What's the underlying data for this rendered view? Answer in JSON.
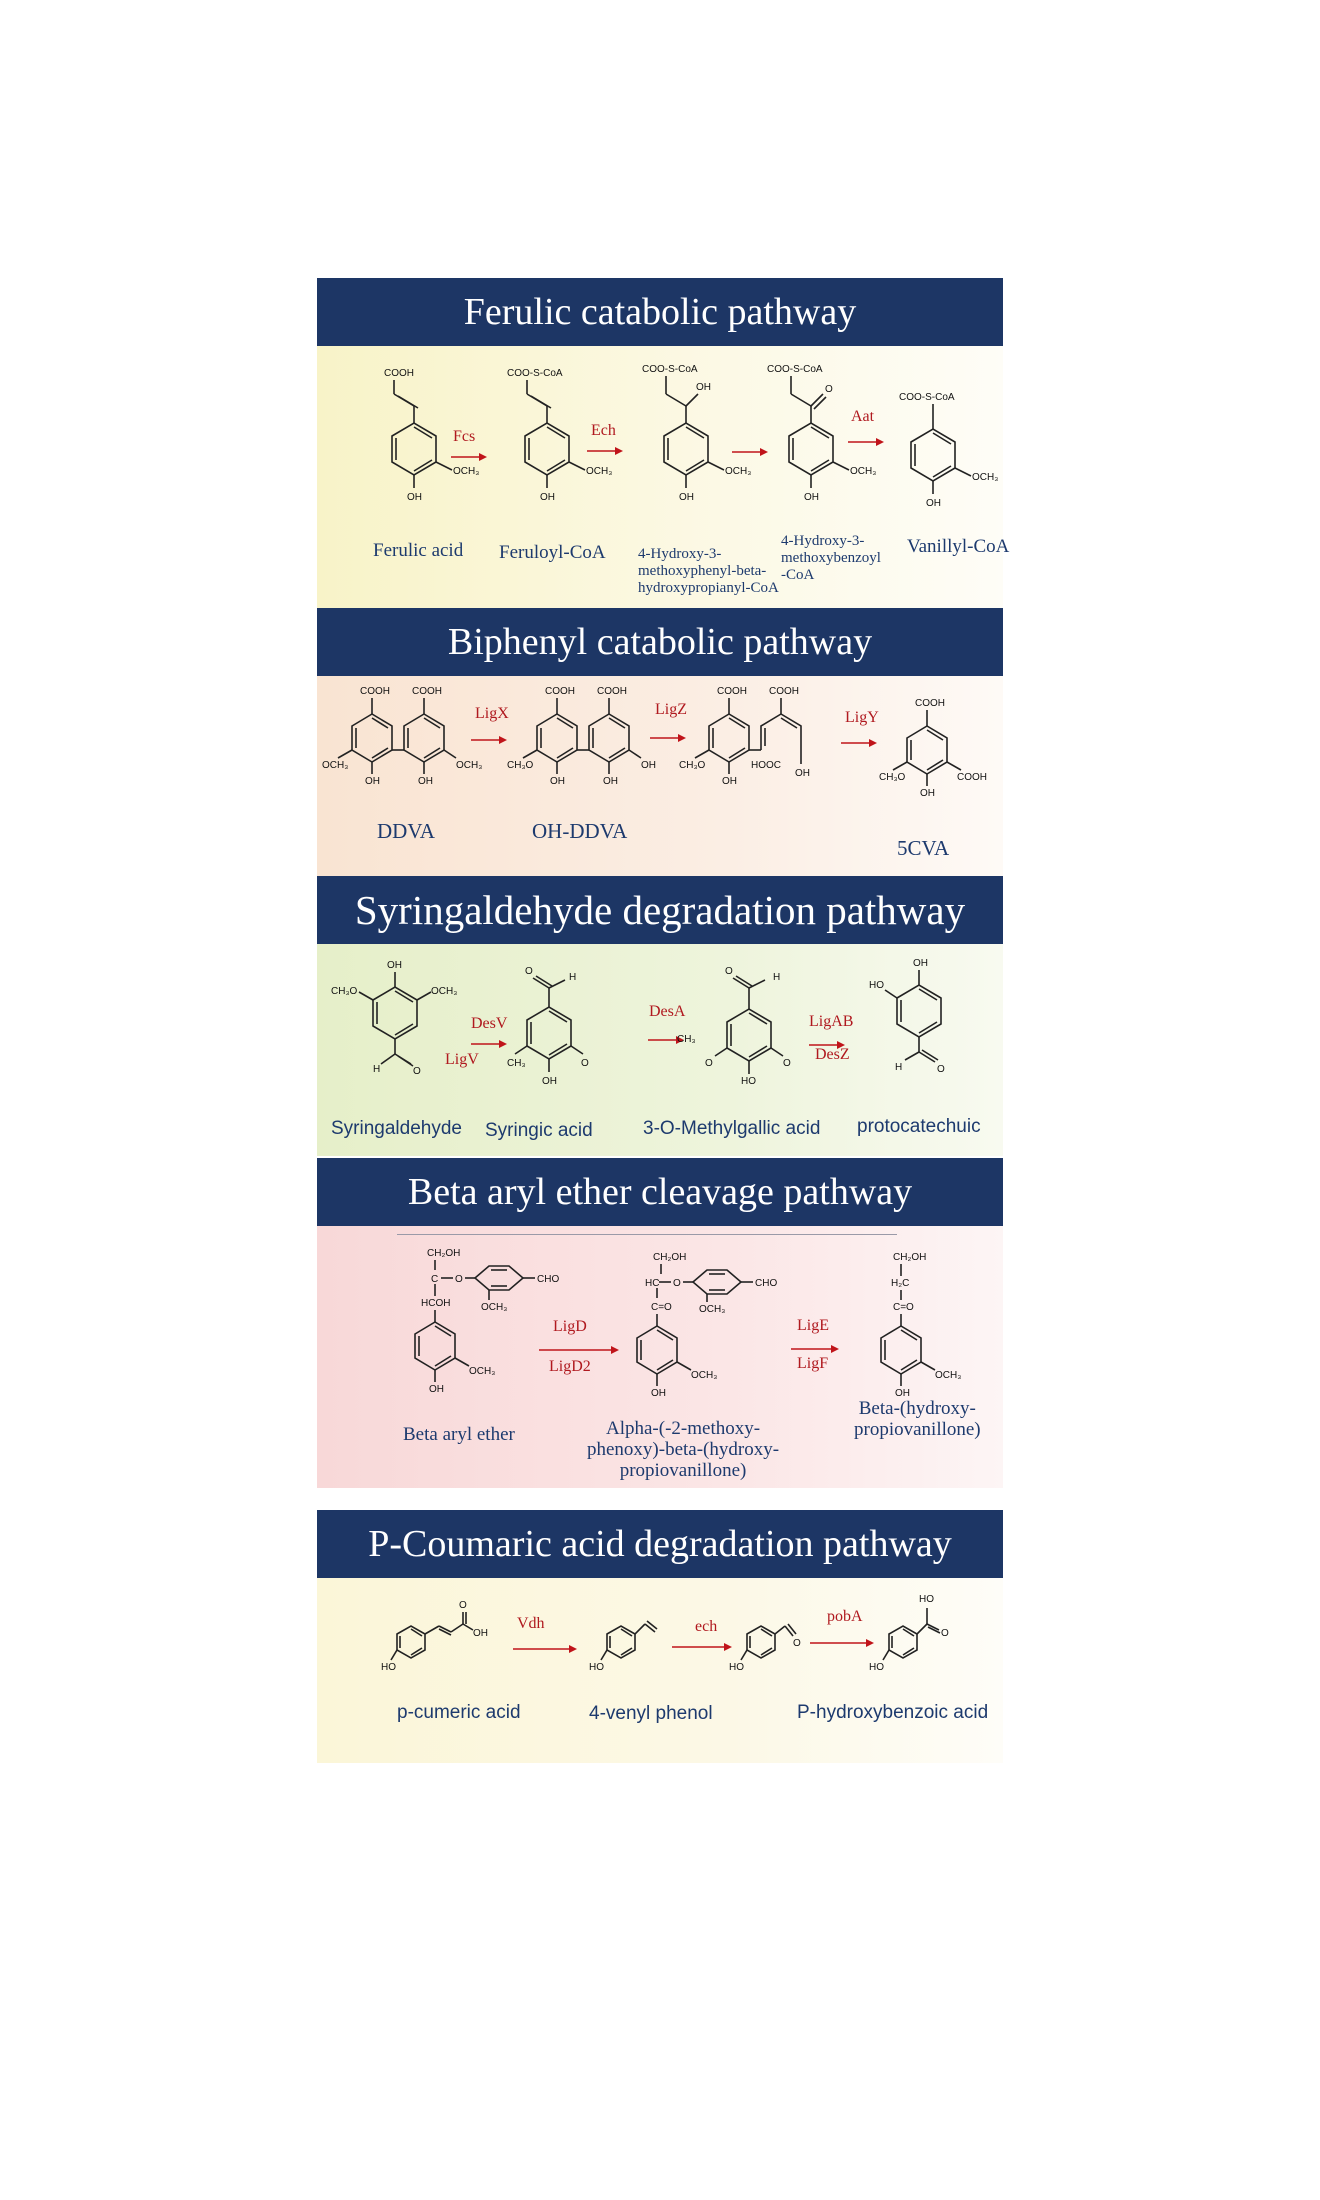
{
  "sections": [
    {
      "title": "Ferulic catabolic pathway",
      "compounds": [
        "Ferulic acid",
        "Feruloyl-CoA",
        "4-Hydroxy-3-\nmethoxyphenyl-beta-\nhydroxypropianyl-CoA",
        "4-Hydroxy-3-\nmethoxybenzoyl\n-CoA",
        "Vanillyl-CoA"
      ],
      "enzymes": [
        "Fcs",
        "Ech",
        "Aat"
      ],
      "atom_labels": [
        "COOH",
        "OH",
        "OCH3",
        "COO-S-CoA",
        "O"
      ]
    },
    {
      "title": "Biphenyl catabolic pathway",
      "compounds": [
        "DDVA",
        "OH-DDVA",
        "5CVA"
      ],
      "enzymes": [
        "LigX",
        "LigZ",
        "LigY"
      ],
      "atom_labels": [
        "COOH",
        "OH",
        "OCH3",
        "CH3O",
        "HOOC"
      ]
    },
    {
      "title": "Syringaldehyde degradation pathway",
      "compounds": [
        "Syringaldehyde",
        "Syringic acid",
        "3-O-Methylgallic acid",
        "protocatechuic"
      ],
      "enzymes": [
        "DesV",
        "LigV",
        "DesA",
        "LigAB",
        "DesZ"
      ],
      "atom_labels": [
        "CH3O",
        "OH",
        "OCH3",
        "H",
        "O",
        "CH3",
        "HO"
      ]
    },
    {
      "title": "Beta aryl ether cleavage pathway",
      "compounds": [
        "Beta aryl ether",
        "Alpha-(-2-methoxy-\nphenoxy)-beta-(hydroxy-\npropiovanillone)",
        "Beta-(hydroxy-\npropiovanillone)"
      ],
      "enzymes": [
        "LigD",
        "LigD2",
        "LigE",
        "LigF"
      ],
      "atom_labels": [
        "CH2OH",
        "C",
        "O",
        "HCOH",
        "CHO",
        "OCH3",
        "OH",
        "HC",
        "C=O",
        "H2C"
      ]
    },
    {
      "title": "P-Coumaric  acid degradation pathway",
      "compounds": [
        "p-cumeric acid",
        "4-venyl phenol",
        "P-hydroxybenzoic acid"
      ],
      "enzymes": [
        "Vdh",
        "ech",
        "pobA"
      ],
      "atom_labels": [
        "HO",
        "O",
        "OH"
      ]
    }
  ],
  "colors": {
    "title_band": "#1d3665",
    "enzyme_text": "#b0191f",
    "caption_text": "#1d3a6e",
    "bg_ferulic": "#fbf7d8",
    "bg_biphenyl": "#fbe9dc",
    "bg_syringaldehyde": "#eaf2d6",
    "bg_beta_aryl": "#fbe2e2",
    "bg_coumaric": "#fcf8e4"
  }
}
